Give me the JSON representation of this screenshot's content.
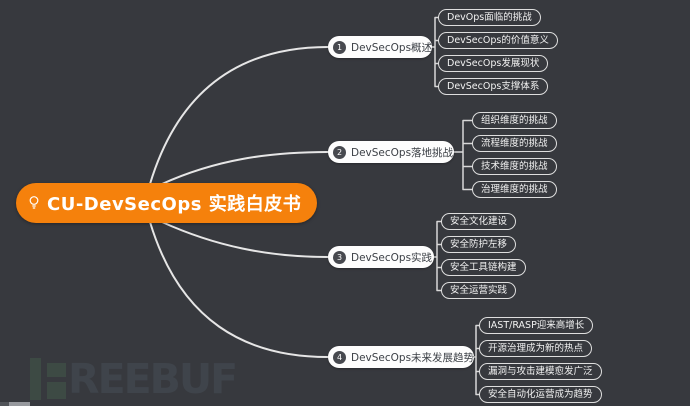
{
  "mindmap": {
    "root": {
      "label": "CU-DevSecOps 实践白皮书",
      "icon": "lightbulb-icon",
      "color": "#f5810c"
    },
    "branches": [
      {
        "number": "1",
        "label": "DevSecOps概述",
        "children": [
          "DevOps面临的挑战",
          "DevSecOps的价值意义",
          "DevSecOps发展现状",
          "DevSecOps支撑体系"
        ]
      },
      {
        "number": "2",
        "label": "DevSecOps落地挑战",
        "children": [
          "组织维度的挑战",
          "流程维度的挑战",
          "技术维度的挑战",
          "治理维度的挑战"
        ]
      },
      {
        "number": "3",
        "label": "DevSecOps实践",
        "children": [
          "安全文化建设",
          "安全防护左移",
          "安全工具链构建",
          "安全运营实践"
        ]
      },
      {
        "number": "4",
        "label": "DevSecOps未来发展趋势",
        "children": [
          "IAST/RASP迎来高增长",
          "开源治理成为新的热点",
          "漏洞与攻击建模愈发广泛",
          "安全自动化运营成为趋势"
        ]
      }
    ]
  },
  "watermark": {
    "brand": "FREEBUF",
    "letters": "REEBUF"
  },
  "colors": {
    "background": "#37393e",
    "root_node": "#f5810c",
    "branch_bg": "#fdfdfd",
    "branch_text": "#3c4046",
    "child_border": "#dedede",
    "child_text": "#f2f2f2",
    "connector": "#e6e6e6",
    "watermark_green": "#3d4a44",
    "watermark_gray": "#3f444b"
  }
}
